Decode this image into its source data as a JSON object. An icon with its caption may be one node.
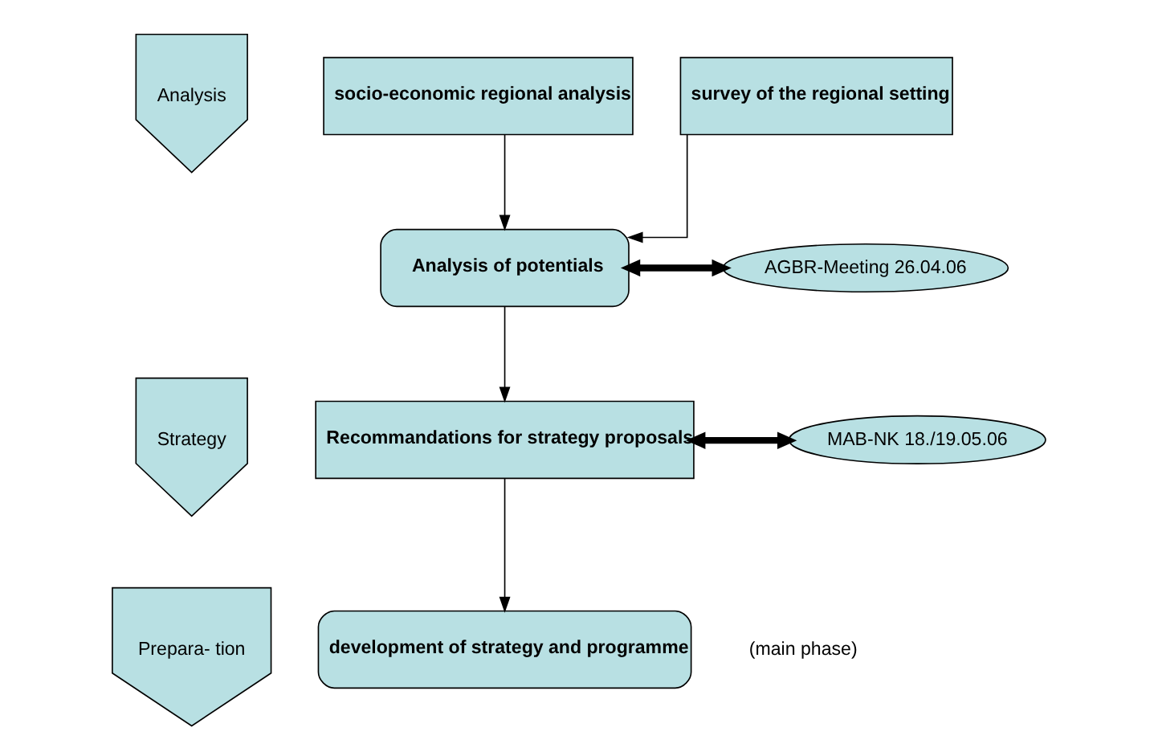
{
  "diagram": {
    "nodes": [
      {
        "text": [
          "Analysis"
        ]
      },
      {
        "text": [
          "Strategy"
        ]
      },
      {
        "text": [
          "Prepara- tion"
        ]
      },
      {
        "text": [
          "socio-economic regional analysis"
        ]
      },
      {
        "text": [
          "survey of the regional setting"
        ]
      },
      {
        "text": [
          "Analysis of potentials"
        ]
      },
      {
        "text": [
          "AGBR-Meeting 26.04.06"
        ]
      },
      {
        "text": [
          "Recommandations for strategy proposals"
        ]
      },
      {
        "text": [
          "MAB-NK 18./19.05.06"
        ]
      },
      {
        "text": [
          "development of strategy and programme"
        ],
        "beside": [
          "(main phase)"
        ]
      }
    ],
    "edges": [
      {
        "from": 3,
        "to": 5,
        "arrow": "to"
      },
      {
        "from": 4,
        "to": 5,
        "arrow": "to"
      },
      {
        "from": 5,
        "to": 7,
        "arrow": "to"
      },
      {
        "from": 7,
        "to": 9,
        "arrow": "to"
      },
      {
        "from": 5,
        "to": 6,
        "arrow": "both",
        "style": "thick"
      },
      {
        "from": 7,
        "to": 8,
        "arrow": "both",
        "style": "thick"
      }
    ]
  }
}
